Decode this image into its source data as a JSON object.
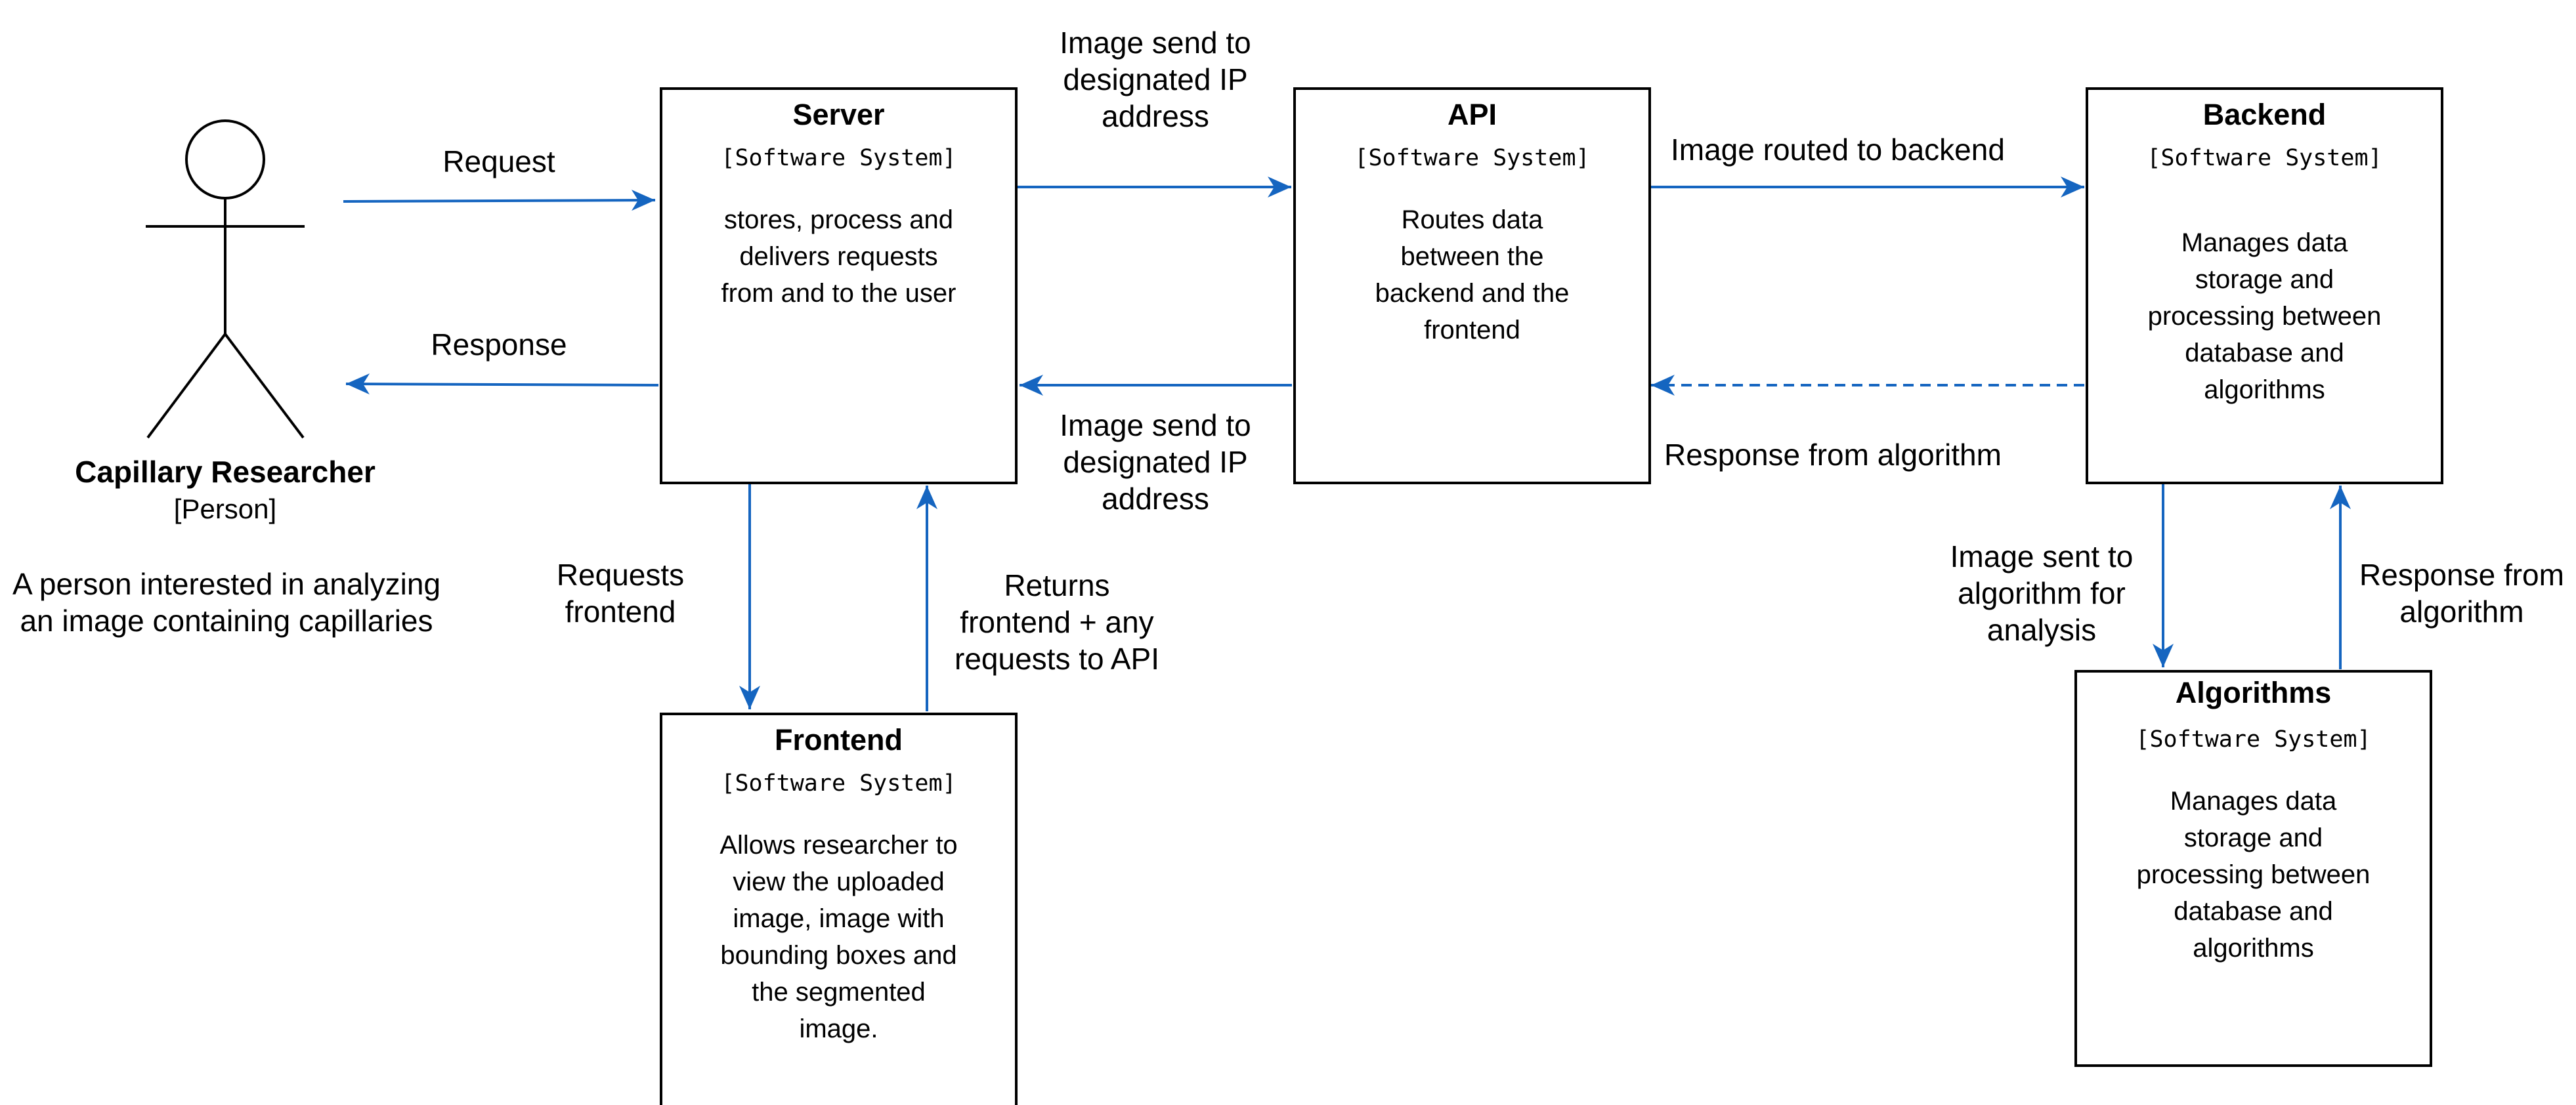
{
  "colors": {
    "arrow": "#1565C0",
    "border": "#000000"
  },
  "person": {
    "name": "Capillary Researcher",
    "type": "[Person]",
    "description_line1": "A person interested in analyzing",
    "description_line2": "an image containing capillaries"
  },
  "server": {
    "title": "Server",
    "type": "[Software System]",
    "desc": [
      "stores, process and",
      "delivers requests",
      "from and to the user"
    ]
  },
  "api": {
    "title": "API",
    "type": "[Software System]",
    "desc": [
      "Routes data",
      "between the",
      "backend and the",
      "frontend"
    ]
  },
  "backend": {
    "title": "Backend",
    "type": "[Software System]",
    "desc": [
      "Manages data",
      "storage and",
      "processing between",
      "database and",
      "algorithms"
    ]
  },
  "frontend": {
    "title": "Frontend",
    "type": "[Software System]",
    "desc": [
      "Allows researcher to",
      "view the uploaded",
      "image, image with",
      "bounding boxes and",
      "the segmented",
      "image."
    ]
  },
  "algorithms": {
    "title": "Algorithms",
    "type": "[Software System]",
    "desc": [
      "Manages data",
      "storage and",
      "processing between",
      "database and",
      "algorithms"
    ]
  },
  "labels": {
    "request": "Request",
    "response": "Response",
    "img_send_top": [
      "Image send to",
      "designated IP",
      "address"
    ],
    "img_send_bottom": [
      "Image send to",
      "designated IP",
      "address"
    ],
    "img_routed": "Image routed to backend",
    "resp_from_algo_api": "Response from algorithm",
    "requests_frontend": [
      "Requests",
      "frontend"
    ],
    "returns_frontend": [
      "Returns",
      "frontend + any",
      "requests to API"
    ],
    "img_sent_algo": [
      "Image sent to",
      "algorithm for",
      "analysis"
    ],
    "resp_from_algo_right": [
      "Response from",
      "algorithm"
    ]
  }
}
